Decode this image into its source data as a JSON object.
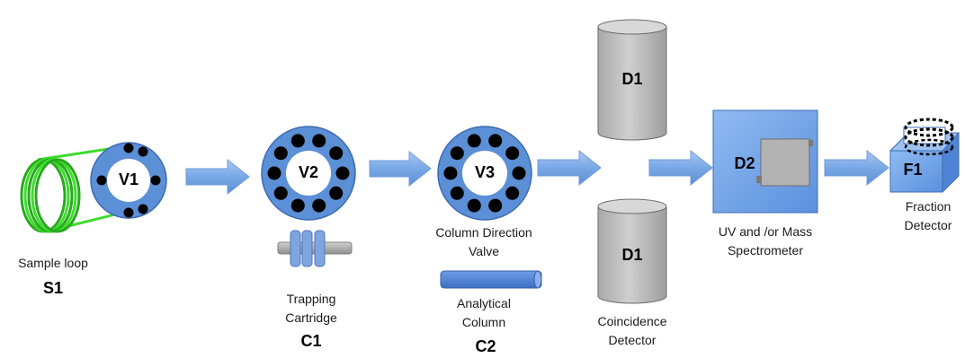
{
  "nodes": {
    "s1": {
      "code": "S1",
      "label": "Sample loop"
    },
    "v1": {
      "code": "V1"
    },
    "v2": {
      "code": "V2"
    },
    "v3": {
      "code": "V3",
      "label_line1": "Column Direction",
      "label_line2": "Valve"
    },
    "c1": {
      "code": "C1",
      "label_line1": "Trapping",
      "label_line2": "Cartridge"
    },
    "c2": {
      "code": "C2",
      "label_line1": "Analytical",
      "label_line2": "Column"
    },
    "d1_top": {
      "code": "D1"
    },
    "d1_bottom": {
      "code": "D1",
      "label_line1": "Coincidence",
      "label_line2": "Detector"
    },
    "d2": {
      "code": "D2",
      "label_line1": "UV and /or Mass",
      "label_line2": "Spectrometer"
    },
    "f1": {
      "code": "F1",
      "label_line1": "Fraction",
      "label_line2": "Detector"
    }
  },
  "colors": {
    "valve_ring": "#5b8fd6",
    "arrow_fill": "#7aaae6",
    "cylinder": "#bfbfbf",
    "loop_wire": "#3ddc2e",
    "box_fill": "#6fa3e8",
    "column_fill": "#4a7ed0"
  }
}
